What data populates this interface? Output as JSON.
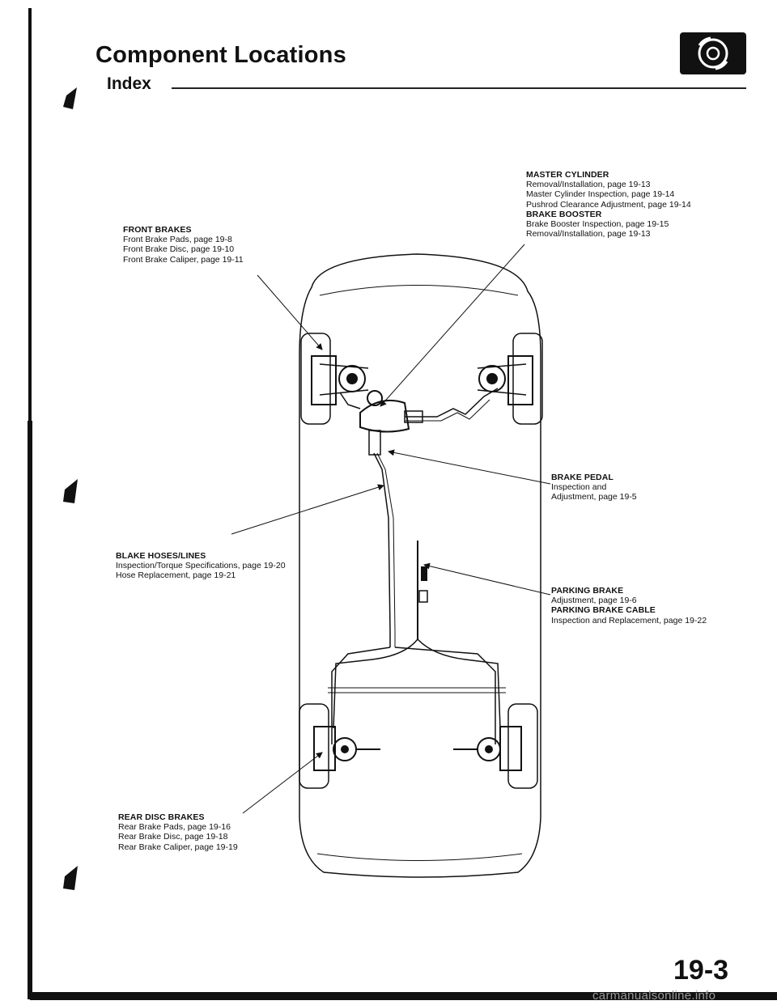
{
  "header": {
    "title": "Component Locations",
    "subtitle": "Index"
  },
  "callouts": {
    "front_brakes": {
      "heading": "FRONT BRAKES",
      "lines": [
        "Front Brake Pads, page 19-8",
        "Front Brake Disc, page 19-10",
        "Front Brake Caliper, page 19-11"
      ]
    },
    "master_cylinder": {
      "heading": "MASTER CYLINDER",
      "lines": [
        "Removal/Installation, page 19-13",
        "Master Cylinder Inspection, page 19-14",
        "Pushrod Clearance Adjustment, page 19-14"
      ],
      "heading2": "BRAKE BOOSTER",
      "lines2": [
        "Brake Booster Inspection, page 19-15",
        "Removal/Installation, page 19-13"
      ]
    },
    "brake_pedal": {
      "heading": "BRAKE PEDAL",
      "lines": [
        "Inspection and",
        "Adjustment, page 19-5"
      ]
    },
    "brake_hoses": {
      "heading": "BLAKE HOSES/LINES",
      "lines": [
        "Inspection/Torque Specifications, page 19-20",
        "Hose Replacement, page 19-21"
      ]
    },
    "parking_brake": {
      "heading": "PARKING BRAKE",
      "lines": [
        "Adjustment, page 19-6"
      ],
      "heading2": "PARKING BRAKE CABLE",
      "lines2": [
        "Inspection and Replacement, page 19-22"
      ]
    },
    "rear_brakes": {
      "heading": "REAR DISC BRAKES",
      "lines": [
        "Rear Brake Pads, page 19-16",
        "Rear Brake Disc, page 19-18",
        "Rear Brake Caliper, page 19-19"
      ]
    }
  },
  "footer": {
    "page_number": "19-3",
    "watermark": "carmanualsonline.info"
  }
}
